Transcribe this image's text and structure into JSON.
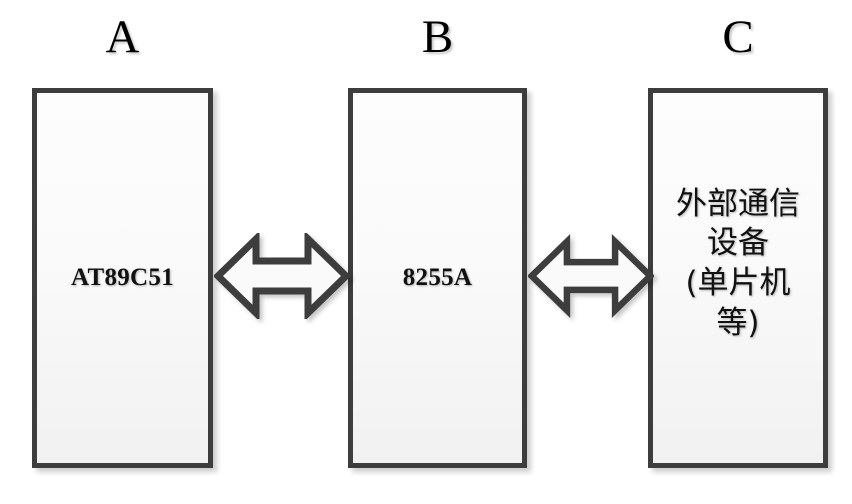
{
  "diagram": {
    "title_labels": [
      {
        "id": "a",
        "text": "A"
      },
      {
        "id": "b",
        "text": "B"
      },
      {
        "id": "c",
        "text": "C"
      }
    ],
    "blocks": [
      {
        "id": "a",
        "label": "A",
        "text_lines": [
          "AT89C51"
        ],
        "script": "latin"
      },
      {
        "id": "b",
        "label": "B",
        "text_lines": [
          "8255A"
        ],
        "script": "latin"
      },
      {
        "id": "c",
        "label": "C",
        "text_lines": [
          "外部通信",
          "设备",
          "(单片机",
          "等)"
        ],
        "script": "cjk"
      }
    ],
    "connectors": [
      {
        "id": "a-b",
        "type": "double-headed-arrow",
        "from": "A",
        "to": "B"
      },
      {
        "id": "b-c",
        "type": "double-headed-arrow",
        "from": "B",
        "to": "C"
      }
    ],
    "colors": {
      "background": "#ffffff",
      "box_stroke": "#3d3d3d",
      "box_fill_top": "#fdfdfd",
      "box_fill_bottom": "#f1f1f1",
      "arrow_stroke": "#3d3d3d",
      "arrow_fill": "#fafafa",
      "text": "#000000"
    }
  }
}
